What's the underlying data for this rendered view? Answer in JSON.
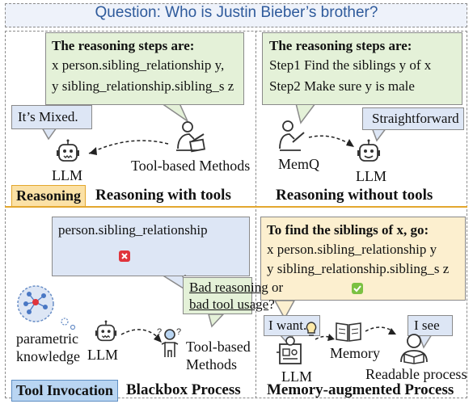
{
  "title": "Question: Who is Justin Bieber’s brother?",
  "q1": {
    "bubble_heading": "The reasoning steps are:",
    "bubble_line1": "x person.sibling_relationship y,",
    "bubble_line2": "y sibling_relationship.sibling_s z",
    "llm_bubble": "It’s Mixed.",
    "llm_label": "LLM",
    "tool_label": "Tool-based Methods",
    "tag": "Reasoning",
    "heading": "Reasoning with tools"
  },
  "q2": {
    "bubble_heading": "The reasoning steps are:",
    "bubble_line1": "Step1 Find the siblings y of x",
    "bubble_line2": "Step2 Make sure y is male",
    "llm_bubble": "Straightforward",
    "memq_label": "MemQ",
    "llm_label": "LLM",
    "heading": "Reasoning without tools"
  },
  "q3": {
    "bubble_text": "person.sibling_relationship",
    "question_part1": "Bad reasoning",
    "question_part2": " or",
    "question_part3": "bad tool usage",
    "question_part4": "?",
    "knowledge_label1": "parametric",
    "knowledge_label2": "knowledge",
    "llm_label": "LLM",
    "tool_label1": "Tool-based",
    "tool_label2": "Methods",
    "tag": "Tool Invocation",
    "heading": "Blackbox Process"
  },
  "q4": {
    "bubble_heading": "To find the siblings of x, go:",
    "bubble_line1": "x person.sibling_relationship y",
    "bubble_line2": "y sibling_relationship.sibling_s z",
    "llm_bubble": "I want...",
    "memory_label": "Memory",
    "reader_bubble": "I see",
    "llm_label": "LLM",
    "readable_label": "Readable process",
    "heading": "Memory-augmented Process"
  },
  "colors": {
    "title": "#2e5a9b",
    "separator": "#e3a72e",
    "green_bubble": "#e4f1d8",
    "blue_bubble": "#dde6f5",
    "yellow_bubble": "#fcefcf",
    "wrong_mark": "#e0343c",
    "check_mark": "#7bc142"
  },
  "icons": [
    "robot-icon",
    "person-laptop-icon",
    "person-reading-icon",
    "book-icon",
    "brain-network-icon",
    "confused-person-icon",
    "lightbulb-icon",
    "robot-machine-icon"
  ]
}
